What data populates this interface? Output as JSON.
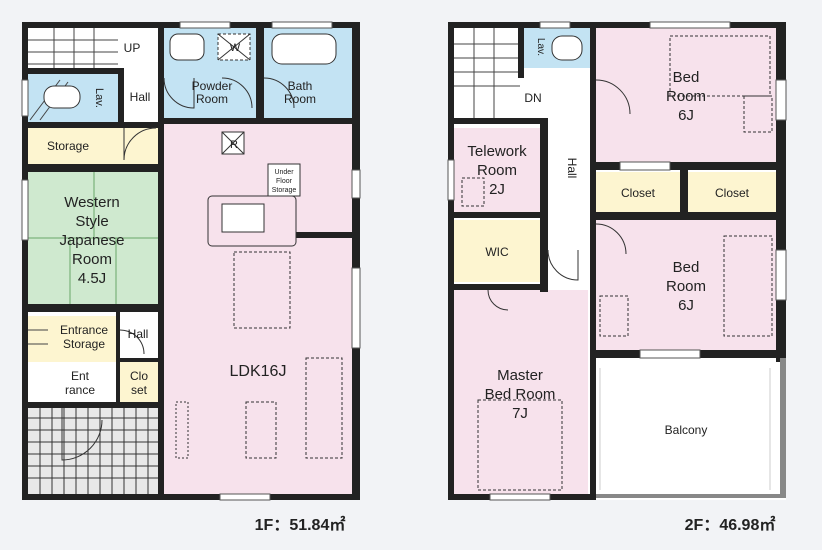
{
  "floor1": {
    "area": "1F：51.84㎡",
    "rooms": {
      "up": "UP",
      "lav": "Lav.",
      "hall": "Hall",
      "powder": [
        "Powder",
        "Room"
      ],
      "bath": [
        "Bath",
        "Room"
      ],
      "w": "W",
      "storage": "Storage",
      "r": "R",
      "under_floor": [
        "Under",
        "Floor",
        "Storage"
      ],
      "japanese": [
        "Western",
        "Style",
        "Japanese",
        "Room",
        "4.5J"
      ],
      "entrance_storage": [
        "Entrance",
        "Storage"
      ],
      "hall2": "Hall",
      "entrance": [
        "Ent",
        "rance"
      ],
      "closet": [
        "Clo",
        "set"
      ],
      "ldk": "LDK16J"
    }
  },
  "floor2": {
    "area": "2F：46.98㎡",
    "rooms": {
      "lav": "Lav.",
      "dn": "DN",
      "hall": "Hall",
      "telework": [
        "Telework",
        "Room",
        "2J"
      ],
      "wic": "WIC",
      "bed1": [
        "Bed",
        "Room",
        "6J"
      ],
      "closet1": "Closet",
      "closet2": "Closet",
      "bed2": [
        "Bed",
        "Room",
        "6J"
      ],
      "master": [
        "Master",
        "Bed Room",
        "7J"
      ],
      "balcony": "Balcony"
    }
  },
  "colors": {
    "pink": "#f7e2ec",
    "blue": "#c3e3f3",
    "green": "#cfe9cf",
    "yellow": "#fdf5d0",
    "wall": "#222222"
  }
}
